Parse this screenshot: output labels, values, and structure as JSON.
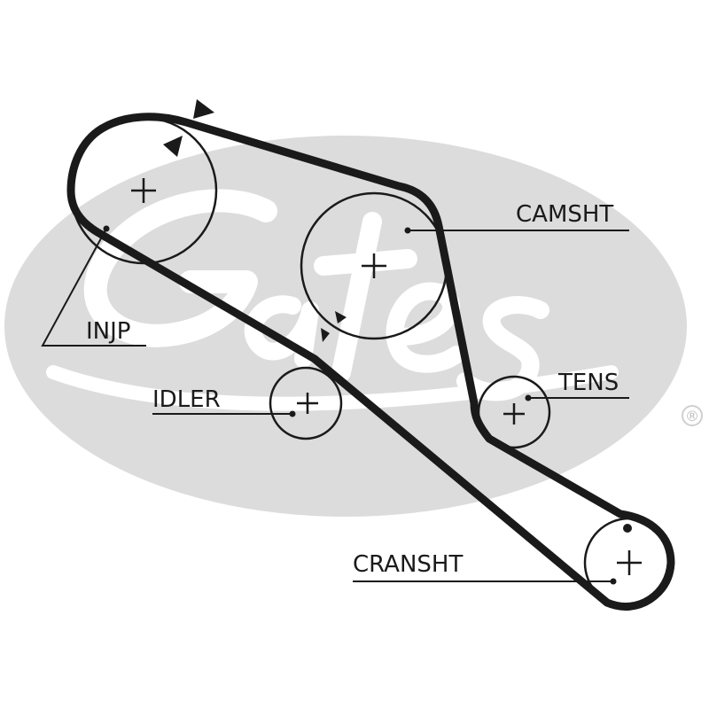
{
  "labels": {
    "camshaft": "CAMSHT",
    "injection_pump": "INJP",
    "idler": "IDLER",
    "tensioner": "TENS",
    "crankshaft": "CRANSHT"
  },
  "watermark": {
    "brand": "Gates",
    "registered_mark": "®",
    "color": "#d9d9d9"
  },
  "colors": {
    "belt": "#1a1a1a",
    "pulley": "#1a1a1a",
    "background": "#ffffff"
  },
  "icons": {
    "pulley_center": "plus-icon",
    "rotation_marker": "triangle-arrow-icon",
    "timing_mark": "dot-icon"
  }
}
